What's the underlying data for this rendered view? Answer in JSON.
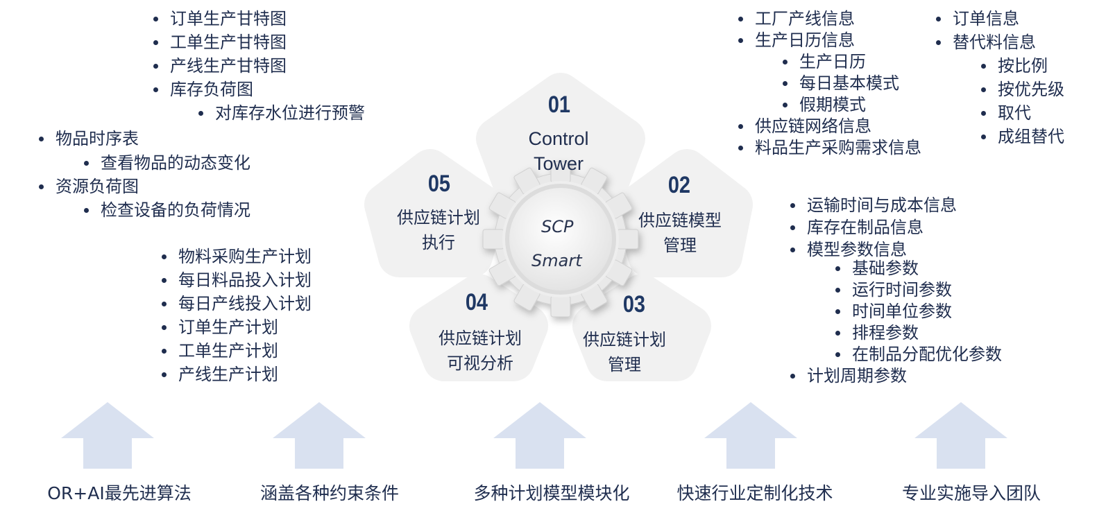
{
  "top_left_list": {
    "items": [
      "订单生产甘特图",
      "工单生产甘特图",
      "产线生产甘特图",
      "库存负荷图"
    ],
    "sub": "对库存水位进行预警"
  },
  "left_list": {
    "item1": "物品时序表",
    "sub1": "查看物品的动态变化",
    "item2": "资源负荷图",
    "sub2": "检查设备的负荷情况"
  },
  "plan_list": [
    "物料采购生产计划",
    "每日料品投入计划",
    "每日产线投入计划",
    "订单生产计划",
    "工单生产计划",
    "产线生产计划"
  ],
  "top_right_list": {
    "item1": "工厂产线信息",
    "item2": "生产日历信息",
    "subs": [
      "生产日历",
      "每日基本模式",
      "假期模式"
    ],
    "item3": "供应链网络信息",
    "item4": "料品生产采购需求信息"
  },
  "far_right_list": {
    "item1": "订单信息",
    "item2": "替代料信息",
    "subs": [
      "按比例",
      "按优先级",
      "取代",
      "成组替代"
    ]
  },
  "right_mid_list": {
    "items": [
      "运输时间与成本信息",
      "库存在制品信息",
      "模型参数信息"
    ],
    "subs": [
      "基础参数",
      "运行时间参数",
      "时间单位参数",
      "排程参数",
      "在制品分配优化参数"
    ],
    "last": "计划周期参数"
  },
  "petals": [
    {
      "num": "01",
      "line1": "Control",
      "line2": "Tower"
    },
    {
      "num": "02",
      "line1": "供应链模型",
      "line2": "管理"
    },
    {
      "num": "03",
      "line1": "供应链计划",
      "line2": "管理"
    },
    {
      "num": "04",
      "line1": "供应链计划",
      "line2": "可视分析"
    },
    {
      "num": "05",
      "line1": "供应链计划",
      "line2": "执行"
    }
  ],
  "gear": {
    "line1": "SCP",
    "line2": "Smart"
  },
  "bottom_labels": [
    "OR+AI最先进算法",
    "涵盖各种约束条件",
    "多种计划模型模块化",
    "快速行业定制化技术",
    "专业实施导入团队"
  ],
  "colors": {
    "text": "#1f2d4e",
    "number": "#1f3864",
    "petal": "#f0f0f0",
    "arrow": "#d9e1f0"
  }
}
